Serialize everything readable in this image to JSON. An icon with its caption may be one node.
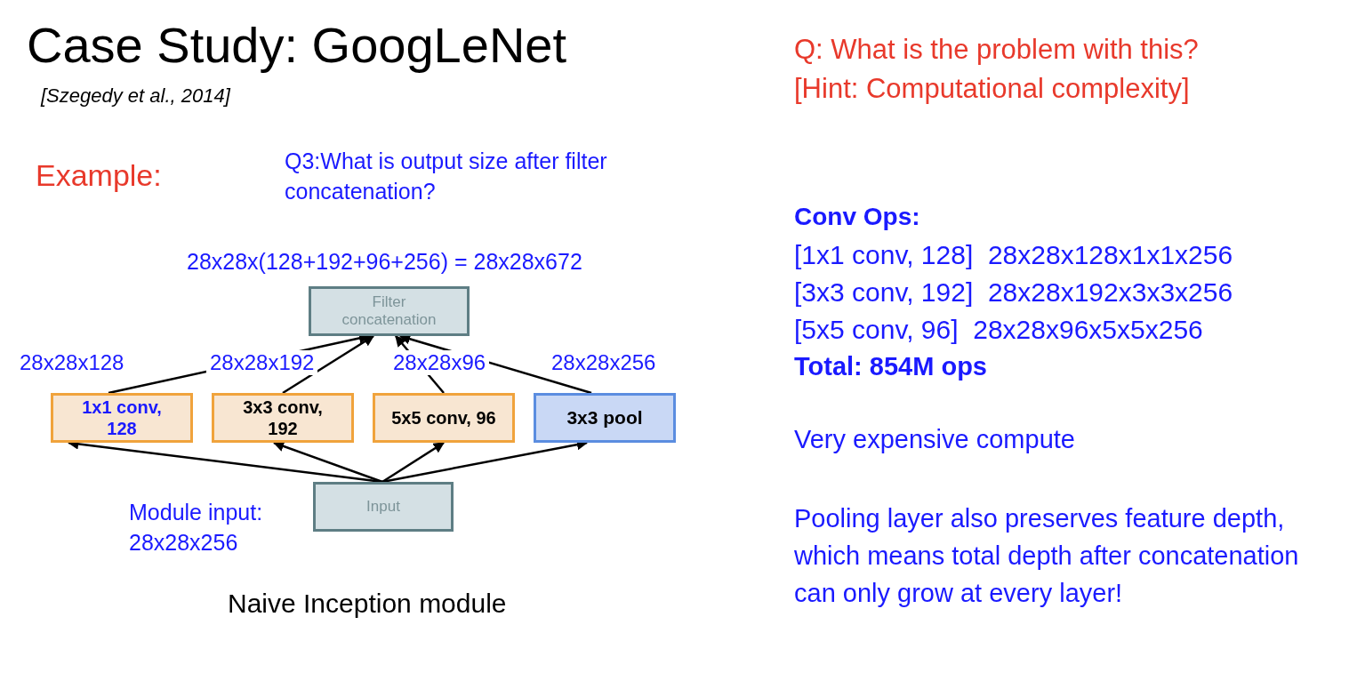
{
  "diagram": {
    "title": "Case Study: GoogLeNet",
    "caption": "Naive Inception module",
    "nodes": [
      {
        "text": [
          "Filter concatenation"
        ]
      },
      {
        "text": [
          "1x1 conv, 128"
        ],
        "beside": [
          "28x28x128"
        ]
      },
      {
        "text": [
          "3x3 conv, 192"
        ],
        "beside": [
          "28x28x192"
        ]
      },
      {
        "text": [
          "5x5 conv, 96"
        ],
        "beside": [
          "28x28x96"
        ]
      },
      {
        "text": [
          "3x3 pool"
        ],
        "beside": [
          "28x28x256"
        ]
      },
      {
        "text": [
          "Input"
        ]
      }
    ],
    "edges": [
      {
        "from": 5,
        "to": 1,
        "arrow": "to"
      },
      {
        "from": 5,
        "to": 2,
        "arrow": "to"
      },
      {
        "from": 5,
        "to": 3,
        "arrow": "to"
      },
      {
        "from": 5,
        "to": 4,
        "arrow": "to"
      },
      {
        "from": 1,
        "to": 0,
        "arrow": "to"
      },
      {
        "from": 2,
        "to": 0,
        "arrow": "to"
      },
      {
        "from": 3,
        "to": 0,
        "arrow": "to"
      },
      {
        "from": 4,
        "to": 0,
        "arrow": "to"
      }
    ],
    "labels": [
      "[Szegedy et al., 2014]",
      "Example:",
      "Q3:What is output size after filter concatenation?",
      "28x28x(128+192+96+256) = 28x28x672",
      "Module input: 28x28x256",
      "Q: What is the problem with this?",
      "[Hint: Computational complexity]",
      "Conv Ops:",
      "[1x1 conv, 128]  28x28x128x1x1x256",
      "[3x3 conv, 192]  28x28x192x3x3x256",
      "[5x5 conv, 96]  28x28x96x5x5x256",
      "Total: 854M ops",
      "Very expensive compute",
      "Pooling layer also preserves feature depth, which means total depth after concatenation can only grow at every layer!"
    ]
  }
}
